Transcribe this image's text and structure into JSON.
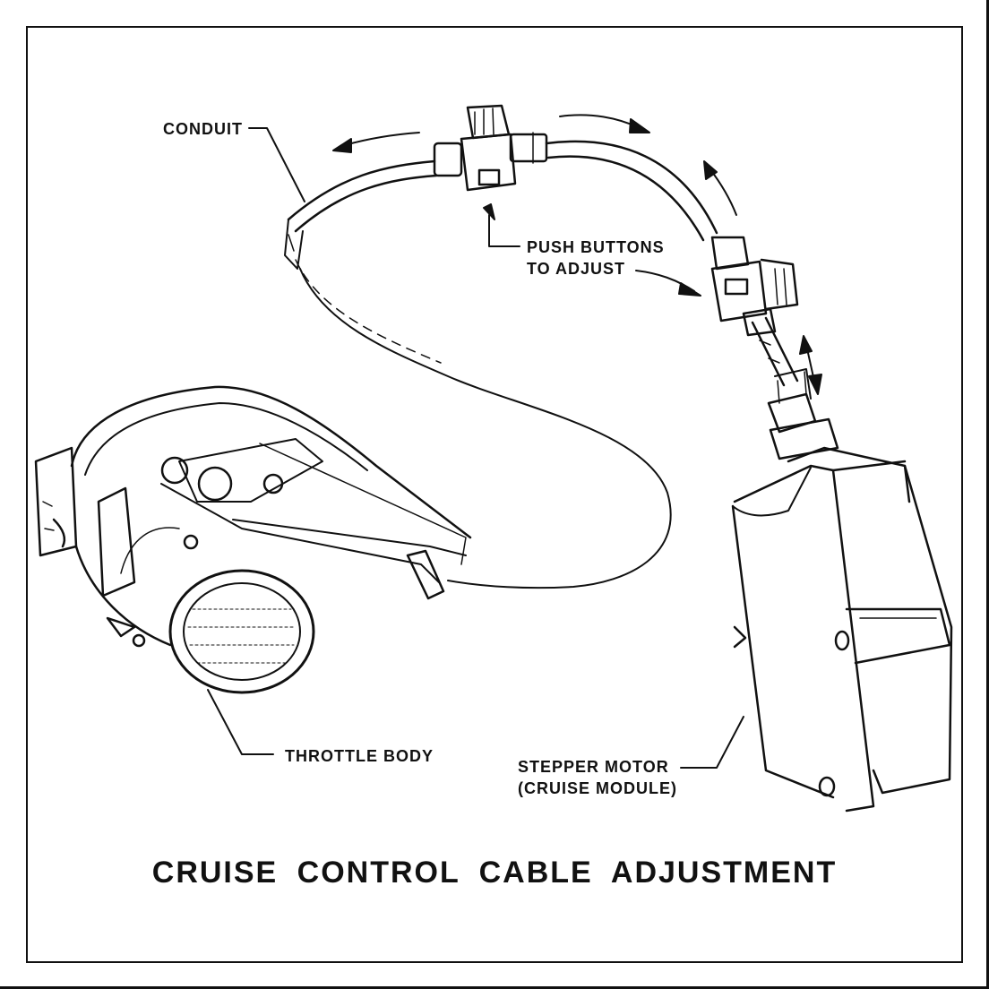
{
  "labels": {
    "conduit": "CONDUIT",
    "push_buttons_line1": "PUSH BUTTONS",
    "push_buttons_line2": "TO ADJUST",
    "throttle_body": "THROTTLE BODY",
    "stepper_motor_line1": "STEPPER MOTOR",
    "stepper_motor_line2": "(CRUISE MODULE)"
  },
  "title": "CRUISE CONTROL CABLE ADJUSTMENT"
}
